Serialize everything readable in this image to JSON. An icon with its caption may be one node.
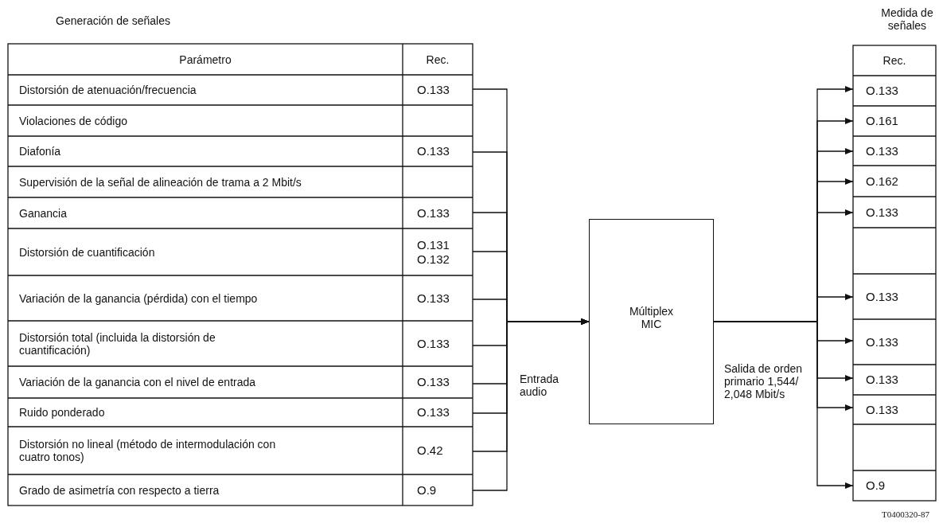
{
  "diagram": {
    "nodes": [
      {
        "text": [
          "O.133"
        ]
      },
      {
        "text": [
          "O.133"
        ]
      },
      {
        "text": [
          "O.133"
        ]
      },
      {
        "text": [
          "O.131 O.132"
        ]
      },
      {
        "text": [
          "O.133"
        ]
      },
      {
        "text": [
          "O.133"
        ]
      },
      {
        "text": [
          "O.133"
        ]
      },
      {
        "text": [
          "O.133"
        ]
      },
      {
        "text": [
          "O.42"
        ]
      },
      {
        "text": [
          "O.9"
        ]
      },
      {
        "text": [
          "Múltiplex MIC"
        ]
      },
      {
        "text": [
          "O.133"
        ]
      },
      {
        "text": [
          "O.161"
        ]
      },
      {
        "text": [
          "O.133"
        ]
      },
      {
        "text": [
          "O.162"
        ]
      },
      {
        "text": [
          "O.133"
        ]
      },
      {
        "text": [
          "O.133"
        ]
      },
      {
        "text": [
          "O.133"
        ]
      },
      {
        "text": [
          "O.133"
        ]
      },
      {
        "text": [
          "O.133"
        ]
      },
      {
        "text": [
          "O.9"
        ]
      }
    ],
    "edges": [
      {
        "from": 0,
        "to": 10,
        "arrow": "to"
      },
      {
        "from": 1,
        "to": 10,
        "arrow": "to"
      },
      {
        "from": 2,
        "to": 10,
        "arrow": "to"
      },
      {
        "from": 3,
        "to": 10,
        "arrow": "to"
      },
      {
        "from": 4,
        "to": 10,
        "arrow": "to"
      },
      {
        "from": 5,
        "to": 10,
        "arrow": "to"
      },
      {
        "from": 6,
        "to": 10,
        "arrow": "to"
      },
      {
        "from": 7,
        "to": 10,
        "arrow": "to"
      },
      {
        "from": 8,
        "to": 10,
        "arrow": "to"
      },
      {
        "from": 9,
        "to": 10,
        "arrow": "to"
      },
      {
        "from": 10,
        "to": 11,
        "arrow": "to"
      },
      {
        "from": 10,
        "to": 12,
        "arrow": "to"
      },
      {
        "from": 10,
        "to": 13,
        "arrow": "to"
      },
      {
        "from": 10,
        "to": 14,
        "arrow": "to"
      },
      {
        "from": 10,
        "to": 15,
        "arrow": "to"
      },
      {
        "from": 10,
        "to": 16,
        "arrow": "to"
      },
      {
        "from": 10,
        "to": 17,
        "arrow": "to"
      },
      {
        "from": 10,
        "to": 18,
        "arrow": "to"
      },
      {
        "from": 10,
        "to": 19,
        "arrow": "to"
      },
      {
        "from": 10,
        "to": 20,
        "arrow": "to"
      }
    ],
    "labels": [
      "Generación de señales",
      "Parámetro",
      "Rec.",
      "Distorsión de atenuación/frecuencia",
      "Violaciones de código",
      "Diafonía",
      "Supervisión de la señal de alineación de trama a 2 Mbit/s",
      "Ganancia",
      "Distorsión de cuantificación",
      "Variación de la ganancia (pérdida) con el tiempo",
      "Distorsión total (incluida la distorsión de cuantificación)",
      "Variación de la ganancia con el nivel de entrada",
      "Ruido ponderado",
      "Distorsión no lineal (método de intermodulación con cuatro tonos)",
      "Grado de asimetría con respecto a tierra",
      "Entrada audio",
      "Medida de señales",
      "Rec.",
      "Salida de orden primario 1,544/ 2,048 Mbit/s",
      "T0400320-87"
    ]
  }
}
